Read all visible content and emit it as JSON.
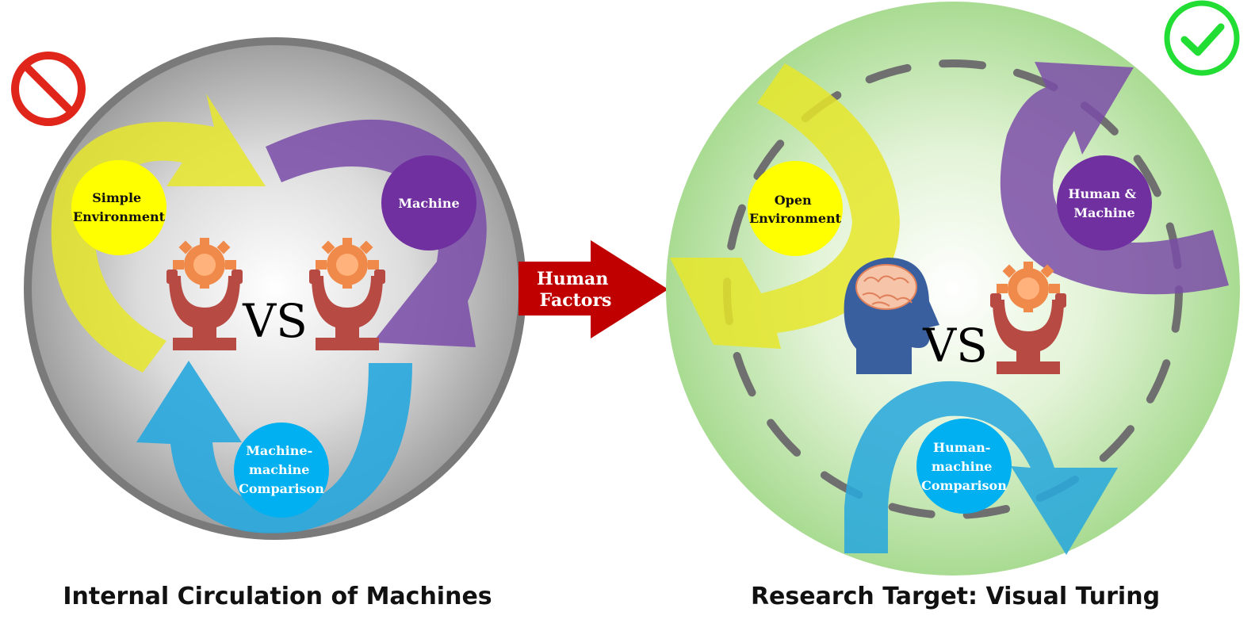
{
  "left_panel": {
    "caption": "Internal Circulation of Machines",
    "status_icon": "prohibited-icon",
    "status_color": "#e0261b",
    "nodes": {
      "environment": [
        "Simple",
        "Environment"
      ],
      "agent": [
        "Machine"
      ],
      "comparison": [
        "Machine-",
        "machine",
        "Comparison"
      ]
    },
    "vs_label": "VS",
    "left_figure": "robot-head-icon",
    "right_figure": "robot-head-icon"
  },
  "transition": {
    "label_lines": [
      "Human",
      "Factors"
    ],
    "color": "#c00000"
  },
  "right_panel": {
    "caption": "Research Target: Visual Turing",
    "status_icon": "checkmark-icon",
    "status_color": "#22dd33",
    "nodes": {
      "environment": [
        "Open",
        "Environment"
      ],
      "agent": [
        "Human &",
        "Machine"
      ],
      "comparison": [
        "Human-",
        "machine",
        "Comparison"
      ]
    },
    "vs_label": "VS",
    "left_figure": "human-brain-head-icon",
    "right_figure": "robot-head-icon"
  },
  "colors": {
    "environment": "#ffff00",
    "agent": "#7030a0",
    "comparison": "#00b0f0",
    "yellow_arrow": "#e6e62a",
    "purple_arrow": "#7b4ea8",
    "blue_arrow": "#2aa8dc",
    "robot_body": "#b84a44",
    "robot_gear": "#f08a4b",
    "human_head": "#3a5f9f"
  }
}
